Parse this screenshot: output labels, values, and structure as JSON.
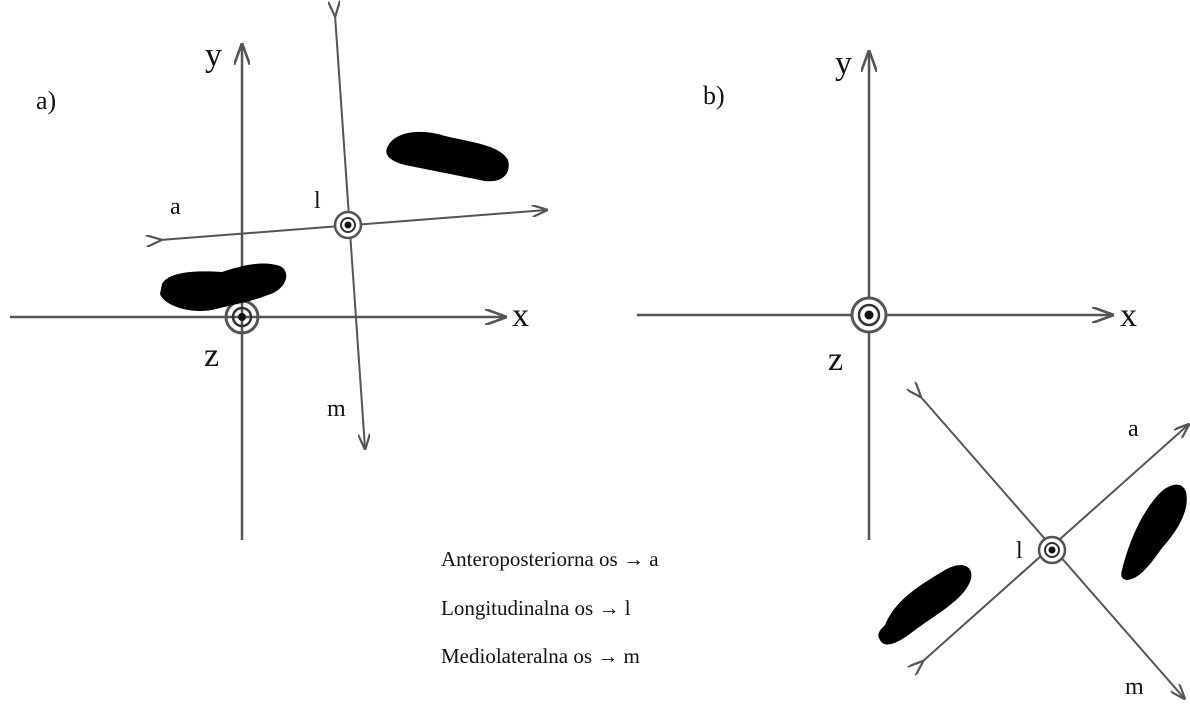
{
  "panel_a": {
    "label": "a)",
    "axis_y": "y",
    "axis_x": "x",
    "axis_z": "z",
    "axis_a": "a",
    "axis_l": "l",
    "axis_m": "m"
  },
  "panel_b": {
    "label": "b)",
    "axis_y": "y",
    "axis_x": "x",
    "axis_z": "z",
    "axis_a": "a",
    "axis_l": "l",
    "axis_m": "m"
  },
  "legend": [
    "Anteroposteriorna os → a",
    "Longitudinalna os → l",
    "Mediolateralna os → m"
  ],
  "colors": {
    "ink": "#111111",
    "line": "#555555",
    "foot": "#000000"
  }
}
